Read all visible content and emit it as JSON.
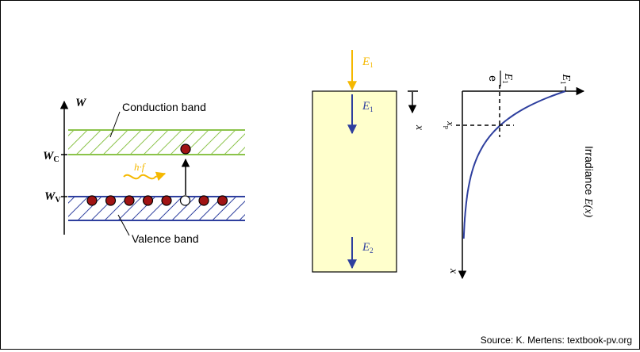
{
  "colors": {
    "conduction_band": "#8bc34a",
    "valence_band": "#2e3f9e",
    "electron": "#a01414",
    "photon": "#f5b800",
    "slab_fill": "#ffffcc",
    "incident_arrow": "#f5b800",
    "inner_arrow": "#2e3f9e",
    "curve": "#2e3f9e"
  },
  "band_diagram": {
    "energy_axis": "W",
    "conduction_level": {
      "main": "W",
      "sub": "C"
    },
    "valence_level": {
      "main": "W",
      "sub": "V"
    },
    "conduction_label": "Conduction band",
    "valence_label": "Valence band",
    "photon_label": "h·f",
    "electron_count_valence": 8,
    "hole_position_index": 5
  },
  "slab_diagram": {
    "incident": {
      "main": "E",
      "sub": "1"
    },
    "inside_top": {
      "main": "E",
      "sub": "1"
    },
    "inside_bottom": {
      "main": "E",
      "sub": "2"
    },
    "depth_axis": "x"
  },
  "decay_plot": {
    "x_axis_label": "x",
    "y_axis_label_main": "Irradiance ",
    "y_axis_label_func": "E(x)",
    "e0_label": {
      "main": "E",
      "sub": "1"
    },
    "e0_over_e_label": {
      "num": "E",
      "num_sub": "1",
      "den": "e"
    },
    "depth_label": {
      "main": "x",
      "sub": "p"
    }
  },
  "source": "Source: K. Mertens: textbook-pv.org"
}
